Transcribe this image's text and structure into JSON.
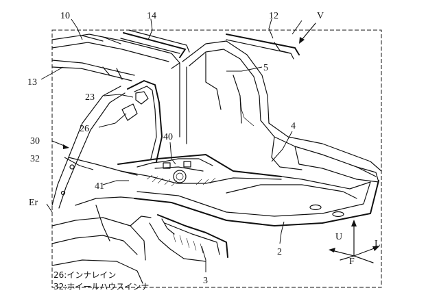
{
  "figure": {
    "labels": {
      "l10": "10",
      "l14": "14",
      "l12": "12",
      "lV": "V",
      "l13": "13",
      "l5": "5",
      "l23": "23",
      "l26": "26",
      "l4": "4",
      "l40": "40",
      "l30": "30",
      "l32": "32",
      "l41": "41",
      "lEr": "Er",
      "l2": "2",
      "l3": "3",
      "lU": "U",
      "lL": "L",
      "lF": "F"
    },
    "legend": [
      {
        "text": "26:インナレイン"
      },
      {
        "text": "32:ホイールハウスインナ"
      }
    ]
  }
}
